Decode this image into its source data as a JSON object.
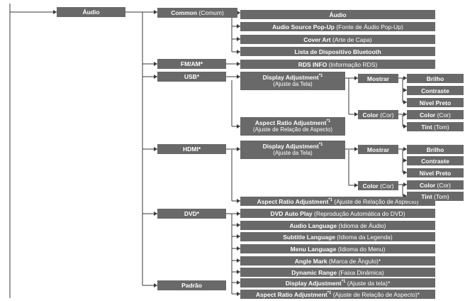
{
  "root": {
    "label": "Áudio"
  },
  "level1": {
    "common": {
      "bold": "Common",
      "normal": " (Comum)"
    },
    "fmam": {
      "bold": "FM/AM*"
    },
    "usb": {
      "bold": "USB*"
    },
    "hdmi": {
      "bold": "HDMI*"
    },
    "dvd": {
      "bold": "DVD*"
    },
    "padrao": {
      "bold": "Padrão"
    }
  },
  "common_items": [
    {
      "bold": "Áudio",
      "normal": ""
    },
    {
      "bold": "Audio Source Pop-Up",
      "normal": " (Fonte de Áudio Pop-Up)"
    },
    {
      "bold": "Cover Art",
      "normal": " (Arte de Capa)"
    },
    {
      "bold": "Lista de Dispositivo Bluetooth",
      "normal": ""
    }
  ],
  "fmam_items": [
    {
      "bold": "RDS INFO",
      "normal": " (Informação RDS)"
    }
  ],
  "usb": {
    "display": {
      "bold": "Display Adjustment",
      "sup": "*1",
      "sub": "(Ajuste da Tela)"
    },
    "aspect": {
      "bold": "Aspect Ratio Adjustment",
      "sup": "*1",
      "sub": "(Ajuste de Relação de Aspecto)"
    },
    "mostrar": {
      "bold": "Mostrar"
    },
    "mostrar_items": [
      {
        "bold": "Brilho"
      },
      {
        "bold": "Contraste"
      },
      {
        "bold": "Nível Preto"
      }
    ],
    "color": {
      "bold": "Color",
      "normal": " (Cor)"
    },
    "color_items": [
      {
        "bold": "Color",
        "normal": " (Cor)"
      },
      {
        "bold": "Tint",
        "normal": " (Tom)"
      }
    ]
  },
  "hdmi": {
    "display": {
      "bold": "Display Adjustment",
      "sup": "*1",
      "sub": "(Ajuste da Tela)"
    },
    "aspect": {
      "bold": "Aspect Ratio Adjustment",
      "sup": "*1",
      "normal": " (Ajuste de Relação de Aspecto)"
    },
    "mostrar": {
      "bold": "Mostrar"
    },
    "mostrar_items": [
      {
        "bold": "Brilho"
      },
      {
        "bold": "Contraste"
      },
      {
        "bold": "Nível Preto"
      }
    ],
    "color": {
      "bold": "Color",
      "normal": " (Cor)"
    },
    "color_items": [
      {
        "bold": "Color",
        "normal": " (Cor)"
      },
      {
        "bold": "Tint",
        "normal": " (Tom)"
      }
    ]
  },
  "dvd_items": [
    {
      "bold": "DVD Auto Play",
      "normal": " (Reprodução Automática do DVD)"
    },
    {
      "bold": "Audio Language",
      "normal": " (Idioma de Áudio)"
    },
    {
      "bold": "Subtitle Language",
      "normal": " (Idioma da Legenda)"
    },
    {
      "bold": "Menu Language",
      "normal": " (Idioma do Menu)"
    },
    {
      "bold": "Angle Mark",
      "normal": " (Marca de Ângulo)*"
    },
    {
      "bold": "Dynamic Range",
      "normal": " (Faixa Dinâmica)"
    },
    {
      "bold": "Display Adjustment",
      "sup": "*1",
      "normal": " (Ajuste da tela)*"
    },
    {
      "bold": "Aspect Ratio Adjustment",
      "sup": "*1",
      "normal": " (Ajuste de Relação de Aspecto)*"
    }
  ],
  "colors": {
    "box": "#696969",
    "line": "#3a3a3a",
    "text": "#ffffff"
  }
}
